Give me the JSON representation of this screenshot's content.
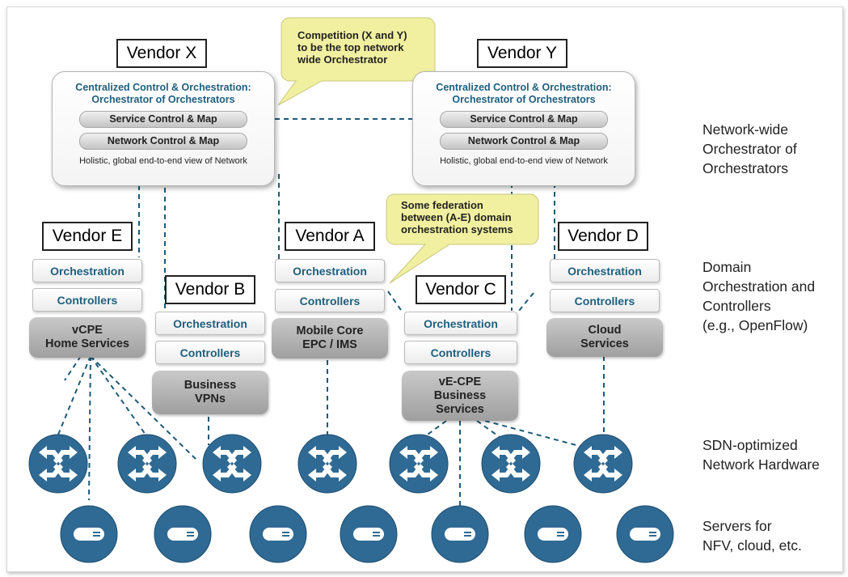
{
  "vendors": {
    "x": "Vendor X",
    "y": "Vendor Y",
    "e": "Vendor E",
    "a": "Vendor A",
    "d": "Vendor D",
    "b": "Vendor B",
    "c": "Vendor C"
  },
  "top_orchestrator": {
    "title_line1": "Centralized Control & Orchestration:",
    "title_line2": "Orchestrator of Orchestrators",
    "service_pill": "Service Control & Map",
    "network_pill": "Network Control & Map",
    "holistic": "Holistic, global end-to-end view of Network"
  },
  "callouts": {
    "competition": [
      "Competition (X and Y)",
      "to be the top network",
      "wide Orchestrator"
    ],
    "federation": [
      "Some federation",
      "between (A-E) domain",
      "orchestration systems"
    ]
  },
  "layers": {
    "orchestration": "Orchestration",
    "controllers": "Controllers"
  },
  "services": {
    "e": [
      "vCPE",
      "Home Services"
    ],
    "b": [
      "Business",
      "VPNs"
    ],
    "a": [
      "Mobile Core",
      "EPC / IMS"
    ],
    "c": [
      "vE-CPE",
      "Business",
      "Services"
    ],
    "d": [
      "Cloud",
      "Services"
    ]
  },
  "side_labels": {
    "network_wide": [
      "Network-wide",
      "Orchestrator of",
      "Orchestrators"
    ],
    "domain": [
      "Domain",
      "Orchestration and",
      "Controllers",
      "(e.g., OpenFlow)"
    ],
    "sdn": [
      "SDN-optimized",
      "Network Hardware"
    ],
    "servers": [
      "Servers for",
      "NFV, cloud, etc."
    ]
  },
  "colors": {
    "accent_blue": "#1e5f7e",
    "device_blue": "#2f6a94",
    "callout_yellow": "#f1f0a0",
    "line_blue": "#1c5a78"
  },
  "icons": {
    "switch": "switch-arrows-icon",
    "server": "server-icon"
  }
}
